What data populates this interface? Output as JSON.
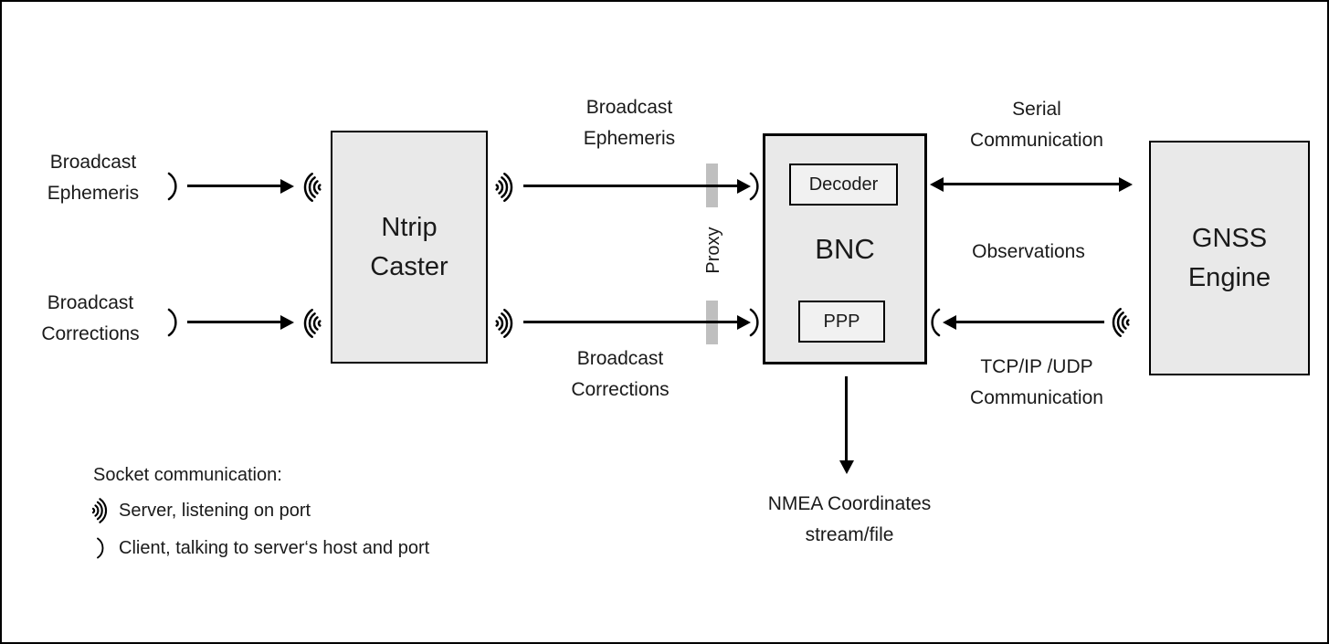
{
  "boxes": {
    "ntrip_caster": {
      "line1": "Ntrip",
      "line2": "Caster"
    },
    "bnc": {
      "label": "BNC",
      "decoder": "Decoder",
      "ppp": "PPP"
    },
    "gnss_engine": {
      "line1": "GNSS",
      "line2": "Engine"
    }
  },
  "labels": {
    "broadcast_ephemeris_left": {
      "line1": "Broadcast",
      "line2": "Ephemeris"
    },
    "broadcast_corrections_left": {
      "line1": "Broadcast",
      "line2": "Corrections"
    },
    "broadcast_ephemeris_top": {
      "line1": "Broadcast",
      "line2": "Ephemeris"
    },
    "broadcast_corrections_bottom": {
      "line1": "Broadcast",
      "line2": "Corrections"
    },
    "serial_communication": {
      "line1": "Serial",
      "line2": "Communication"
    },
    "observations": "Observations",
    "tcpip_udp_communication": {
      "line1": "TCP/IP /UDP",
      "line2": "Communication"
    },
    "nmea_output": {
      "line1": "NMEA Coordinates",
      "line2": "stream/file"
    },
    "proxy": "Proxy"
  },
  "legend": {
    "title": "Socket communication:",
    "server": "Server, listening on port",
    "client": "Client, talking to server‘s host and port"
  },
  "icons": {
    "server_socket": "·)))",
    "client_socket": ")"
  },
  "colors": {
    "box_fill": "#e9e9e9",
    "inner_box_fill": "#f1f1f1",
    "proxy_bar": "#bfbfbf",
    "line": "#000000",
    "bg": "#ffffff"
  }
}
